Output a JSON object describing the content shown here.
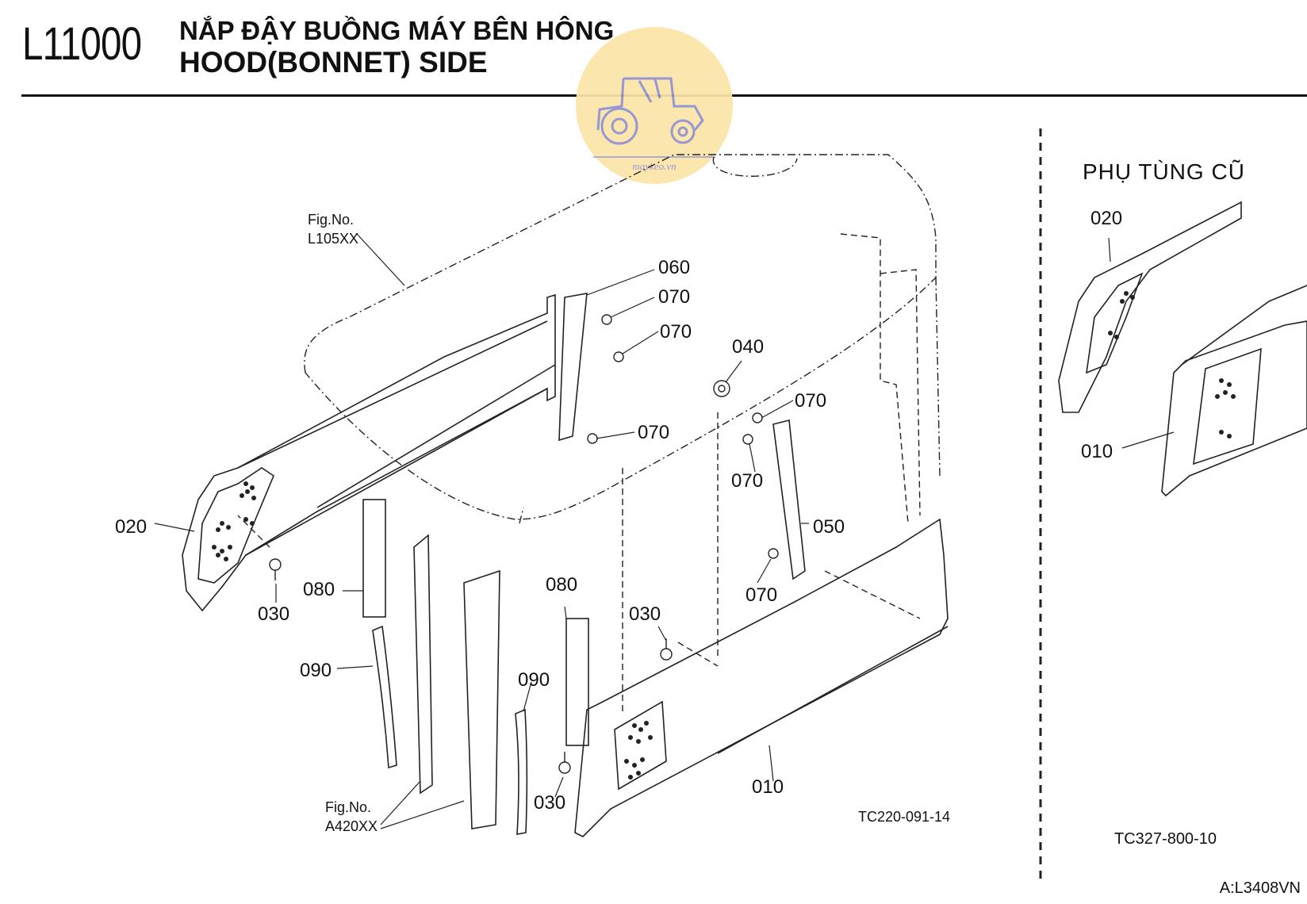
{
  "header": {
    "code": "L11000",
    "title_vi": "NẮP ĐẬY BUỒNG MÁY BÊN HÔNG",
    "title_en": "HOOD(BONNET) SIDE"
  },
  "watermark": {
    "text": "maykeo.vn",
    "icon": "tractor-icon",
    "color": "#fbe6a8"
  },
  "main_diagram": {
    "ref_top": {
      "line1": "Fig.No.",
      "line2": "L105XX"
    },
    "ref_bottom": {
      "line1": "Fig.No.",
      "line2": "A420XX"
    },
    "part_labels": {
      "p060": "060",
      "p070a": "070",
      "p070b": "070",
      "p070c": "070",
      "p070d": "070",
      "p070e": "070",
      "p070f": "070",
      "p040": "040",
      "p050": "050",
      "p020": "020",
      "p030a": "030",
      "p030b": "030",
      "p030c": "030",
      "p080a": "080",
      "p080b": "080",
      "p090a": "090",
      "p090b": "090",
      "p010": "010"
    },
    "drawing_code": "TC220-091-14"
  },
  "old_parts": {
    "title": "PHỤ TÙNG CŨ",
    "p020": "020",
    "p010": "010",
    "drawing_code": "TC327-800-10"
  },
  "document_code": "A:L3408VN"
}
